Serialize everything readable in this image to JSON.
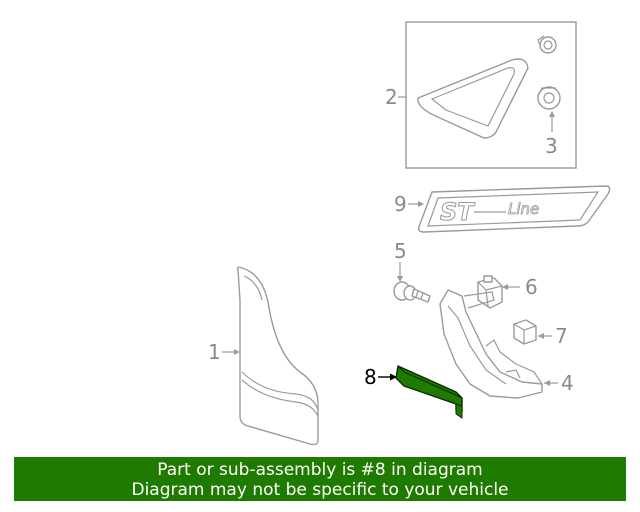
{
  "diagram": {
    "callouts": {
      "c1": "1",
      "c2": "2",
      "c3": "3",
      "c4": "4",
      "c5": "5",
      "c6": "6",
      "c7": "7",
      "c8": "8",
      "c9": "9"
    },
    "highlighted_part": "8",
    "highlight_color": "#1f7a00",
    "badge_lettering": "ST Line"
  },
  "banner": {
    "line1": "Part or sub-assembly is #8 in diagram",
    "line2": "Diagram may not be specific to your vehicle",
    "background": "#1f7a00"
  }
}
